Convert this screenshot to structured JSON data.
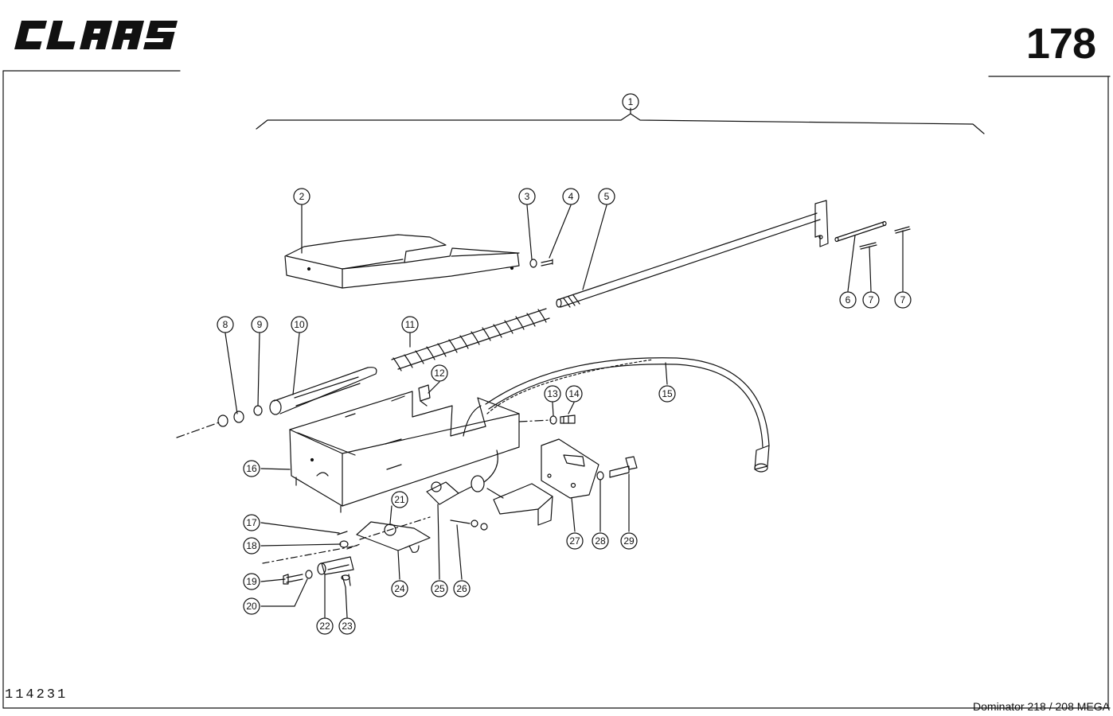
{
  "header": {
    "brand": "CLAAS",
    "page_number": "178"
  },
  "footer": {
    "doc_code": "114231",
    "model": "Dominator 218 / 208 MEGA"
  },
  "callouts": {
    "c1": "1",
    "c2": "2",
    "c3": "3",
    "c4": "4",
    "c5": "5",
    "c6": "6",
    "c7a": "7",
    "c7b": "7",
    "c8": "8",
    "c9": "9",
    "c10": "10",
    "c11": "11",
    "c12": "12",
    "c13": "13",
    "c14": "14",
    "c15": "15",
    "c16": "16",
    "c17": "17",
    "c18": "18",
    "c19": "19",
    "c20": "20",
    "c21": "21",
    "c22": "22",
    "c23": "23",
    "c24": "24",
    "c25": "25",
    "c26": "26",
    "c27": "27",
    "c28": "28",
    "c29": "29"
  },
  "colors": {
    "ink": "#111111",
    "paper": "#ffffff"
  }
}
